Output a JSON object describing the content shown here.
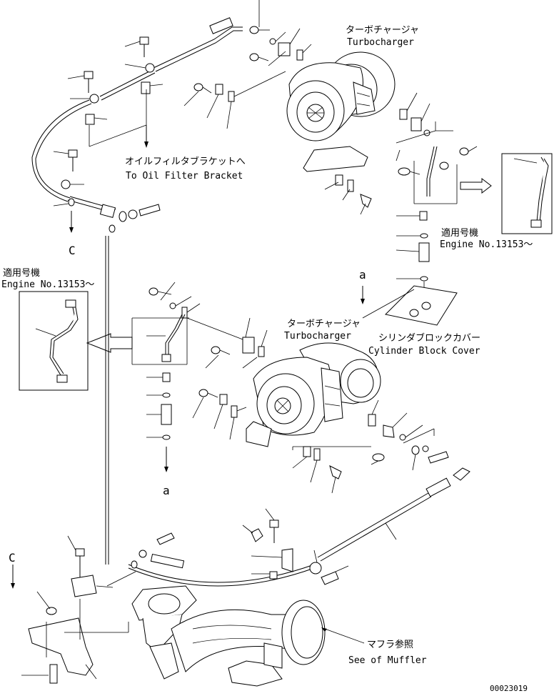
{
  "labels": {
    "turbo_top_jp": "ターボチャージャ",
    "turbo_top_en": "Turbocharger",
    "oil_filter_jp": "オイルフィルタブラケットへ",
    "oil_filter_en": "To Oil Filter Bracket",
    "serial_right_jp": "適用号機",
    "serial_right_en": "Engine No.13153～",
    "serial_left_jp": "適用号機",
    "serial_left_en": "Engine No.13153～",
    "turbo_mid_jp": "ターボチャージャ",
    "turbo_mid_en": "Turbocharger",
    "cyl_cover_jp": "シリンダブロックカバー",
    "cyl_cover_en": "Cylinder Block Cover",
    "muffler_jp": "マフラ参照",
    "muffler_en": "See of Muffler",
    "ref_a_top": "a",
    "ref_a_bottom": "a",
    "ref_c_top": "C",
    "ref_c_bottom": "C",
    "drawing_number": "00023019"
  }
}
